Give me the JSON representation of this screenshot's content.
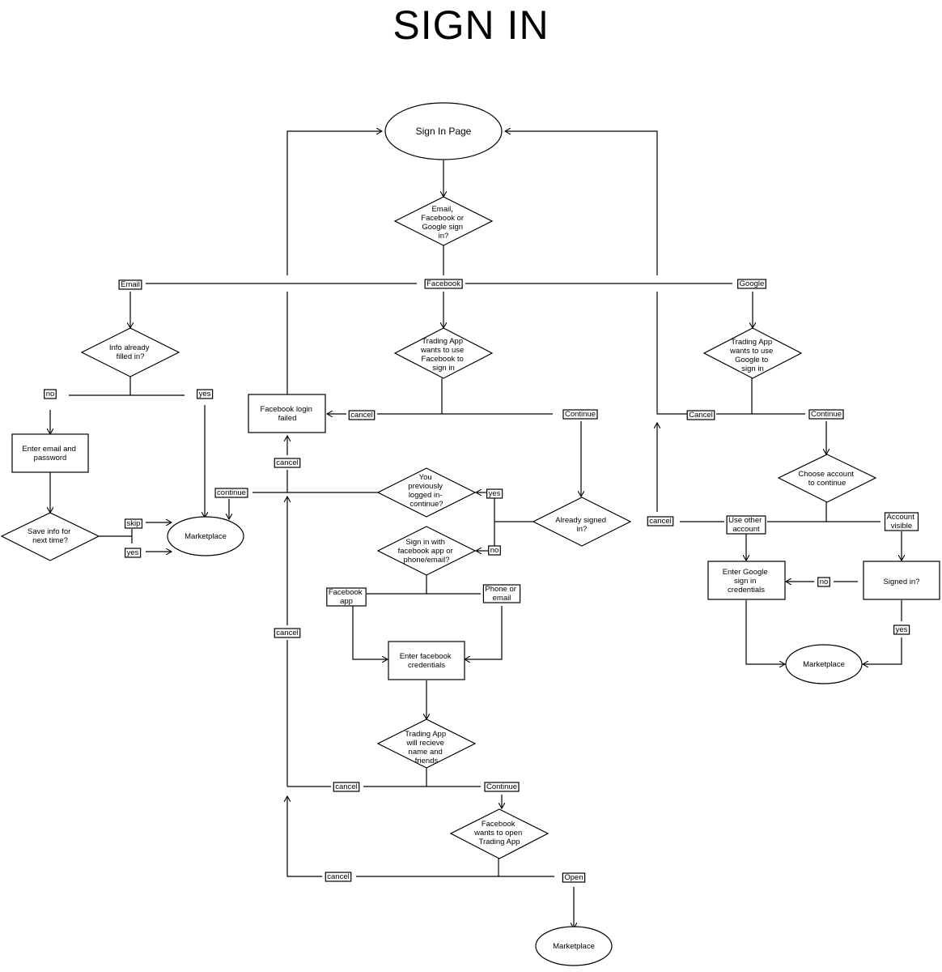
{
  "title": "SIGN IN",
  "nodes": {
    "sign_in_page": "Sign In Page",
    "method_choice": [
      "Email,",
      "Facebook or",
      "Google sign",
      "in?"
    ],
    "info_filled": [
      "Info already",
      "filled in?"
    ],
    "enter_email": [
      "Enter email and",
      "password"
    ],
    "save_info": [
      "Save info for",
      "next time?"
    ],
    "marketplace_email": "Marketplace",
    "fb_wants": [
      "Trading App",
      "wants to use",
      "Facebook to",
      "sign in"
    ],
    "fb_failed": [
      "Facebook login",
      "failed"
    ],
    "previously_logged": [
      "You",
      "previously",
      "logged in-",
      "continue?"
    ],
    "already_signed": [
      "Already signed",
      "in?"
    ],
    "fb_signin_with": [
      "Sign in with",
      "facebook app or",
      "phone/email?"
    ],
    "enter_fb_creds": [
      "Enter facebook",
      "credentials"
    ],
    "receive_name": [
      "Trading App",
      "will recieve",
      "name and",
      "friends"
    ],
    "fb_open_app": [
      "Facebook",
      "wants to open",
      "Trading App"
    ],
    "marketplace_fb": "Marketplace",
    "google_wants": [
      "Trading App",
      "wants to use",
      "Google to",
      "sign in"
    ],
    "choose_account": [
      "Choose account",
      "to continue"
    ],
    "enter_google_creds": [
      "Enter Google",
      "sign in",
      "credentials"
    ],
    "signed_in": "Signed in?",
    "marketplace_google": "Marketplace"
  },
  "labels": {
    "email": "Email",
    "facebook": "Facebook",
    "google": "Google",
    "no_email": "no",
    "yes_email": "yes",
    "skip": "skip",
    "yes_save": "yes",
    "continue_prev": "continue",
    "cancel_fb1": "cancel",
    "continue_fb1": "Continue",
    "cancel_failed": "cancel",
    "yes_signed": "yes",
    "no_signed": "no",
    "facebook_app": [
      "Facebook",
      "app"
    ],
    "phone_email": [
      "Phone or",
      "email"
    ],
    "cancel_mid": "cancel",
    "cancel_receive": "cancel",
    "continue_receive": "Continue",
    "cancel_open": "cancel",
    "open": "Open",
    "cancel_g1": "Cancel",
    "continue_g1": "Continue",
    "cancel_g2": "cancel",
    "use_other": [
      "Use other",
      "account"
    ],
    "account_visible": [
      "Account",
      "visible"
    ],
    "no_g": "no",
    "yes_g": "yes"
  }
}
